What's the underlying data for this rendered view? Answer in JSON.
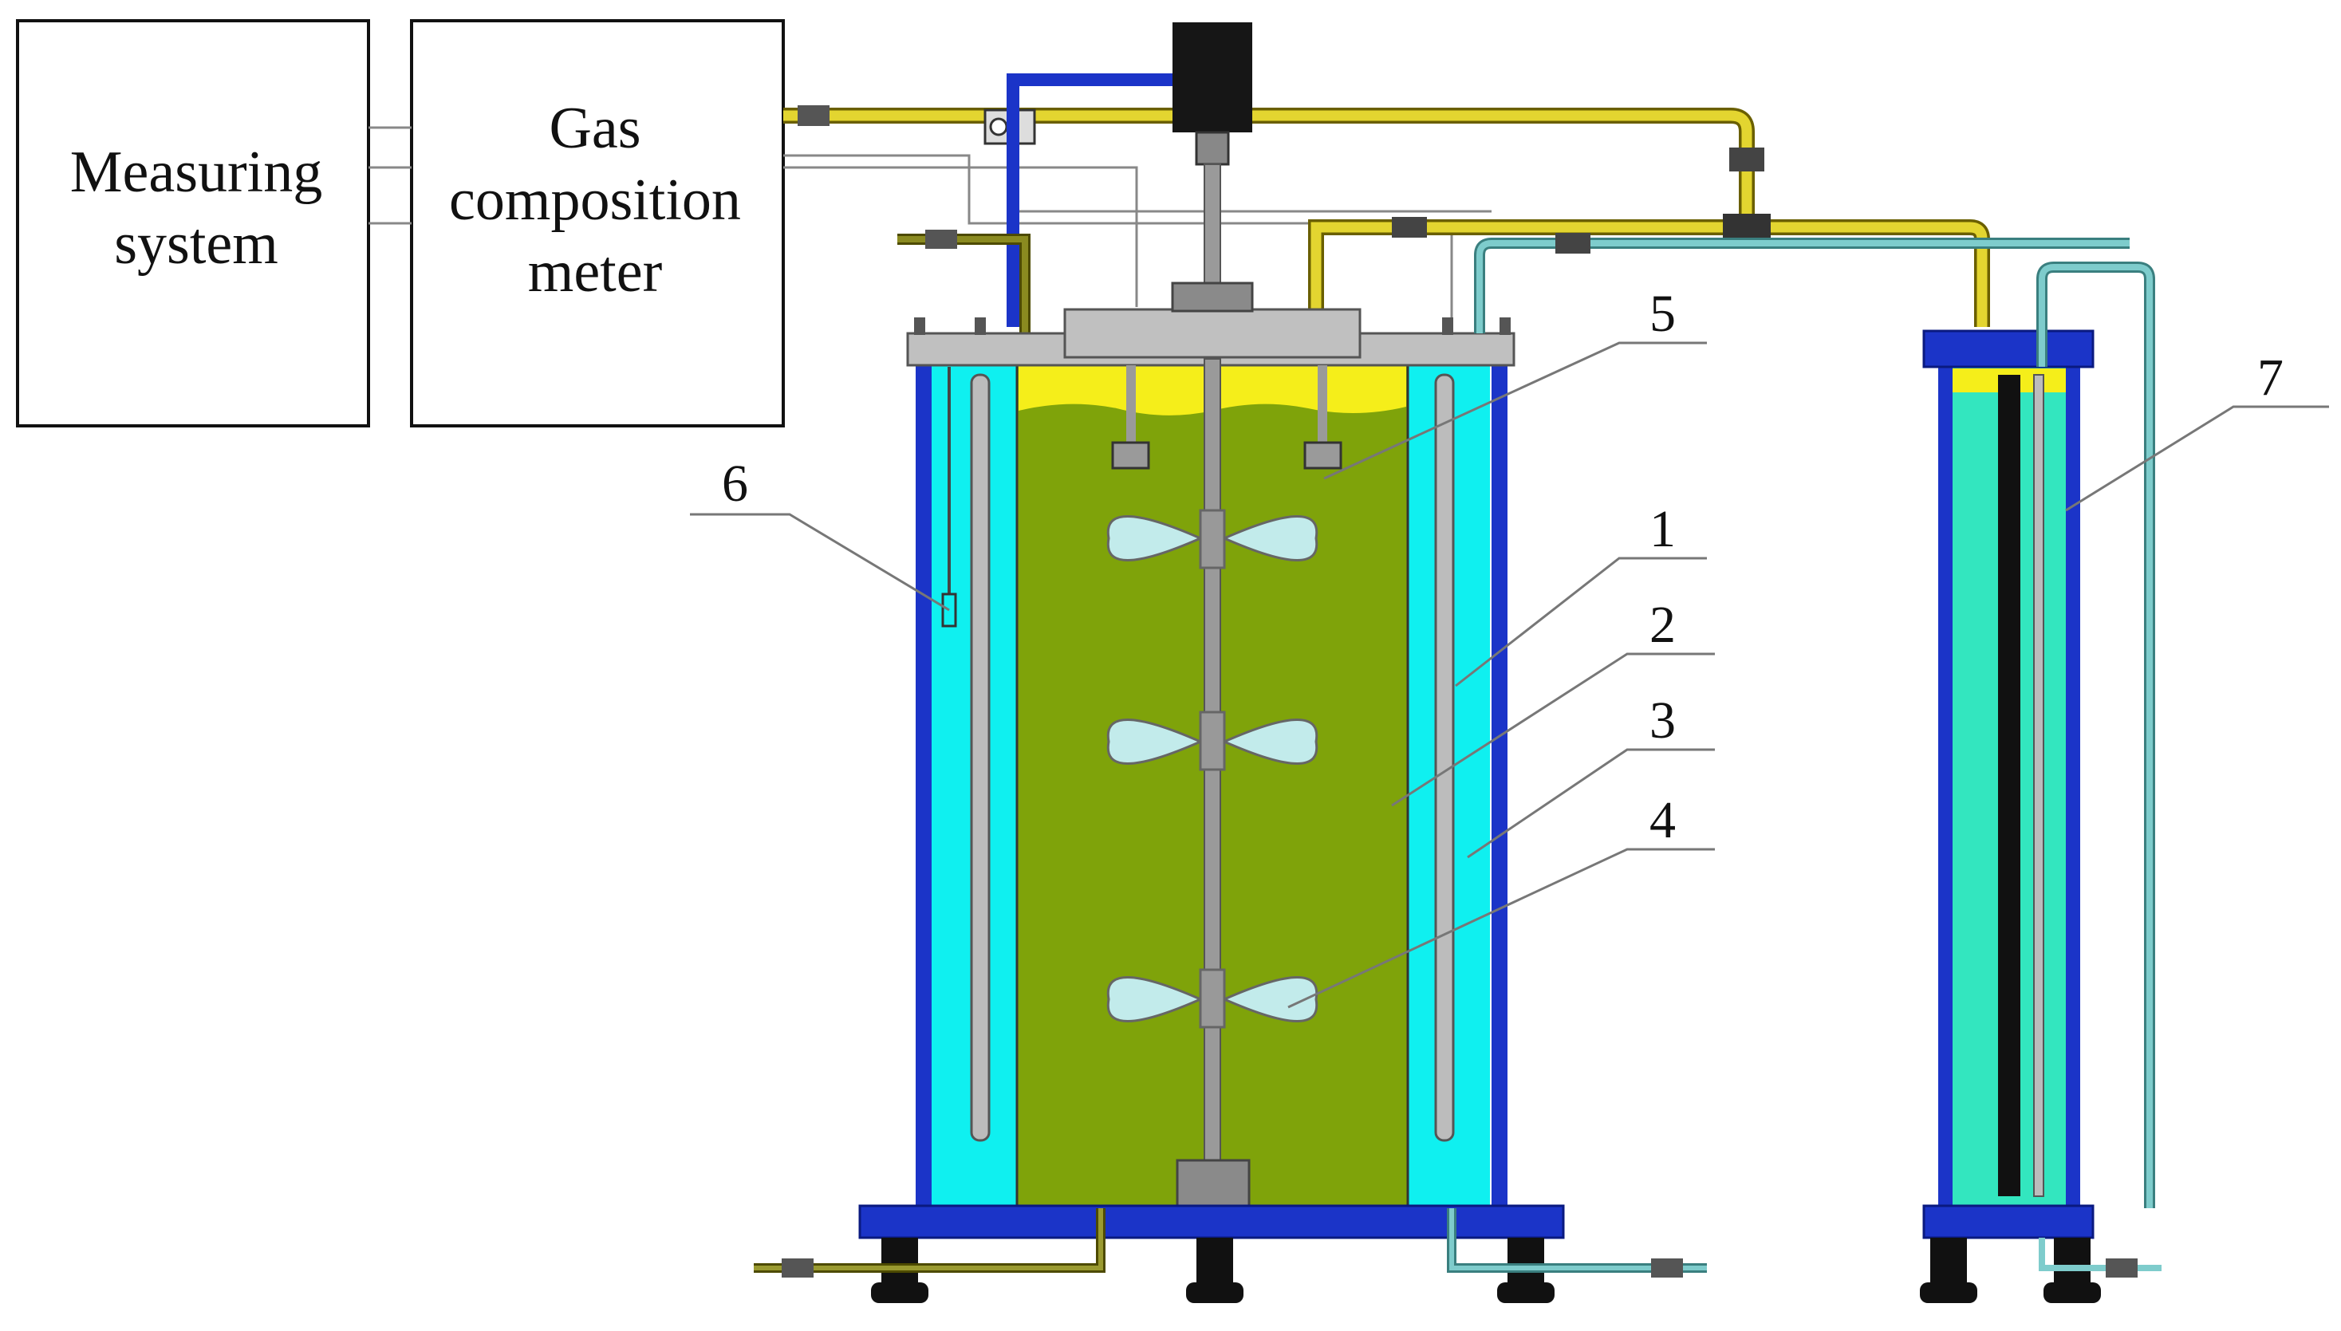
{
  "boxes": {
    "measuring": [
      "Measuring",
      "system"
    ],
    "gas_meter": [
      "Gas",
      "composition",
      "meter"
    ]
  },
  "callouts": [
    "1",
    "2",
    "3",
    "4",
    "5",
    "6",
    "7"
  ],
  "colors": {
    "reactor_liquid": "#7fa30a",
    "headspace": "#f5ee1a",
    "water_jacket": "#0ff0f0",
    "frame_blue": "#1b34c8",
    "gas_pipe": "#e3d530",
    "water_pipe": "#7ecccc",
    "impeller": "#c2ebeb",
    "gasholder_water": "#33e6bf",
    "lid_gray": "#c0c0c0",
    "motor": "#161616"
  }
}
